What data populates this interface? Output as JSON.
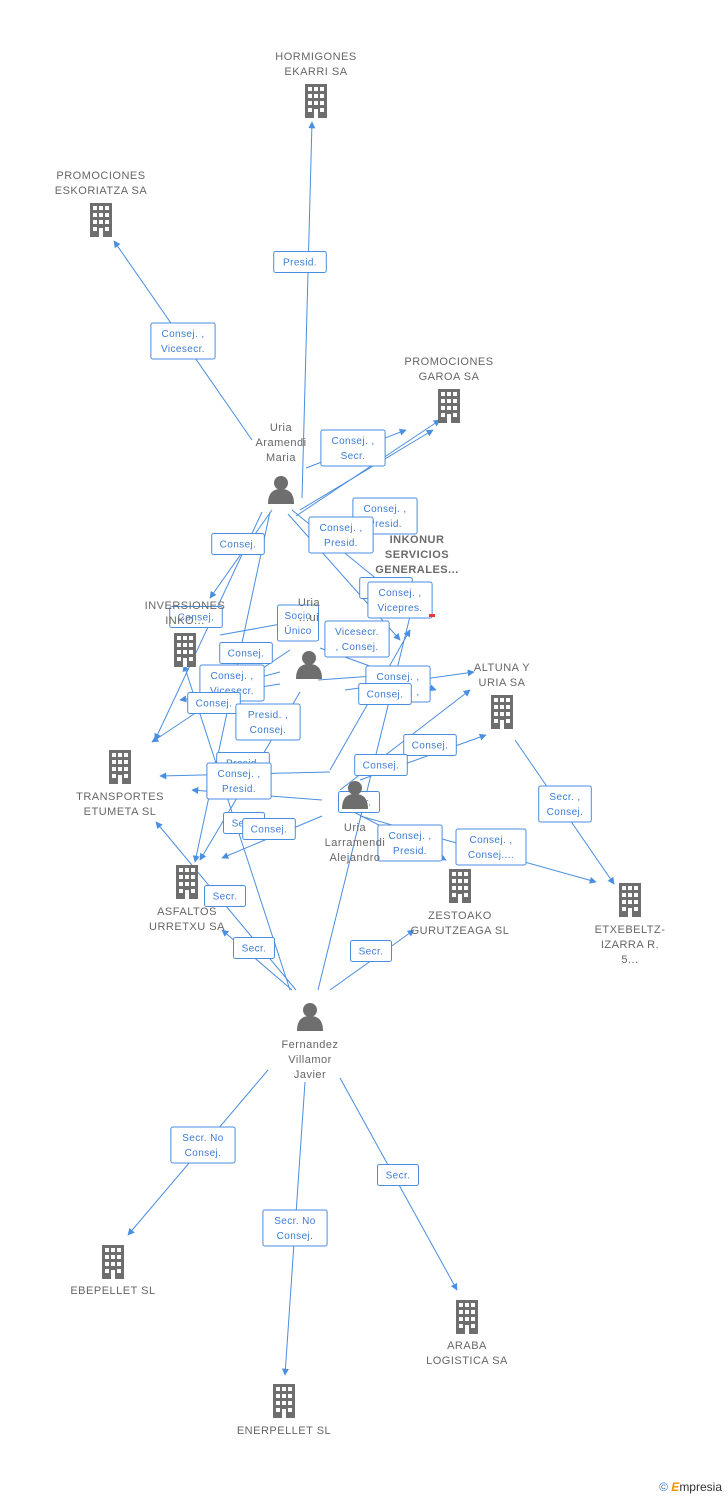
{
  "colors": {
    "edge": "#4a8ee0",
    "icon": "#6e6e6e",
    "label": "#666666",
    "focus_marker": "#e53935"
  },
  "nodes": [
    {
      "id": "hormigones",
      "type": "company",
      "lines": [
        "HORMIGONES",
        "EKARRI SA"
      ]
    },
    {
      "id": "eskoriatza",
      "type": "company",
      "lines": [
        "PROMOCIONES",
        "ESKORIATZA SA"
      ]
    },
    {
      "id": "garoa",
      "type": "company",
      "lines": [
        "PROMOCIONES",
        "GAROA SA"
      ]
    },
    {
      "id": "inkonur",
      "type": "focus",
      "lines": [
        "INKONUR",
        "SERVICIOS",
        "GENERALES..."
      ]
    },
    {
      "id": "inversiones",
      "type": "company",
      "lines": [
        "INVERSIONES",
        "INKO..."
      ]
    },
    {
      "id": "altuna",
      "type": "company",
      "lines": [
        "ALTUNA Y",
        "URIA SA"
      ]
    },
    {
      "id": "transportes",
      "type": "company",
      "lines": [
        "TRANSPORTES",
        "ETUMETA SL"
      ]
    },
    {
      "id": "asfaltos",
      "type": "company",
      "lines": [
        "ASFALTOS",
        "URRETXU SA"
      ]
    },
    {
      "id": "zestoako",
      "type": "company",
      "lines": [
        "ZESTOAKO",
        "GURUTZEAGA SL"
      ]
    },
    {
      "id": "etxebeltz",
      "type": "company",
      "lines": [
        "ETXEBELTZ-",
        "IZARRA R.",
        "5..."
      ]
    },
    {
      "id": "ebepellet",
      "type": "company",
      "lines": [
        "EBEPELLET SL"
      ]
    },
    {
      "id": "enerpellet",
      "type": "company",
      "lines": [
        "ENERPELLET SL"
      ]
    },
    {
      "id": "araba",
      "type": "company",
      "lines": [
        "ARABA",
        "LOGISTICA SA"
      ]
    },
    {
      "id": "maria",
      "type": "person",
      "lines": [
        "Uria",
        "Aramendi",
        "Maria"
      ]
    },
    {
      "id": "uria2",
      "type": "person",
      "lines": [
        "Uria",
        "...ui"
      ]
    },
    {
      "id": "alejandro",
      "type": "person",
      "lines": [
        "Uria",
        "Larramendi",
        "Alejandro"
      ]
    },
    {
      "id": "javier",
      "type": "person",
      "lines": [
        "Fernandez",
        "Villamor",
        "Javier"
      ]
    }
  ],
  "edge_labels": [
    [
      "Presid."
    ],
    [
      "Consej. ,",
      "Vicesecr."
    ],
    [
      "Consej. ,",
      "Secr."
    ],
    [
      "Consej. ,",
      "Presid."
    ],
    [
      "Consej. ,",
      "Presid."
    ],
    [
      "Consej."
    ],
    [
      "Consej."
    ],
    [
      "Presid."
    ],
    [
      "Consej. ,",
      "Vicepres."
    ],
    [
      "Socio",
      "Único"
    ],
    [
      "Vicesecr.",
      ", Consej."
    ],
    [
      "Consej."
    ],
    [
      "Consej. ,",
      "Vicesecr."
    ],
    [
      "Consej."
    ],
    [
      "Consej. ,",
      "Consej. ,"
    ],
    [
      "Consej."
    ],
    [
      "Presid. ,",
      "Consej."
    ],
    [
      "Consej."
    ],
    [
      "Consej."
    ],
    [
      "Presid."
    ],
    [
      "Consej. ,",
      "Presid."
    ],
    [
      "Secr."
    ],
    [
      "Consej."
    ],
    [
      "Secr."
    ],
    [
      "Consej. ,",
      "Presid."
    ],
    [
      "Consej. ,",
      "Consej...."
    ],
    [
      "Secr. ,",
      "Consej."
    ],
    [
      "Secr."
    ],
    [
      "Secr."
    ],
    [
      "Secr."
    ],
    [
      "Secr.  No",
      "Consej."
    ],
    [
      "Secr.  No",
      "Consej."
    ],
    [
      "Secr."
    ]
  ],
  "brand": {
    "copyright": "©",
    "name_first": "E",
    "name_rest": "mpresia"
  }
}
